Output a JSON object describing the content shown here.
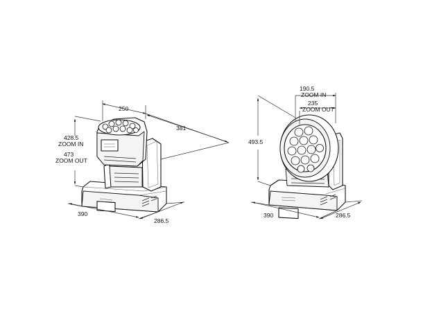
{
  "figures": [
    {
      "name": "left-view",
      "dimensions": {
        "top_width": "250",
        "depth_diagonal": "381",
        "height_zoom_in_value": "428.5",
        "height_zoom_in_label": "ZOOM IN",
        "height_zoom_out_value": "473",
        "height_zoom_out_label": "ZOOM OUT",
        "base_width": "390",
        "base_depth": "286.5"
      }
    },
    {
      "name": "right-view",
      "dimensions": {
        "head_zoom_in_value": "190.5",
        "head_zoom_in_label": "ZOOM IN",
        "head_zoom_out_value": "235",
        "head_zoom_out_label": "ZOOM OUT",
        "total_height": "493.5",
        "base_width": "390",
        "base_depth": "286.5"
      }
    }
  ],
  "colors": {
    "line": "#111111",
    "background": "#ffffff"
  }
}
